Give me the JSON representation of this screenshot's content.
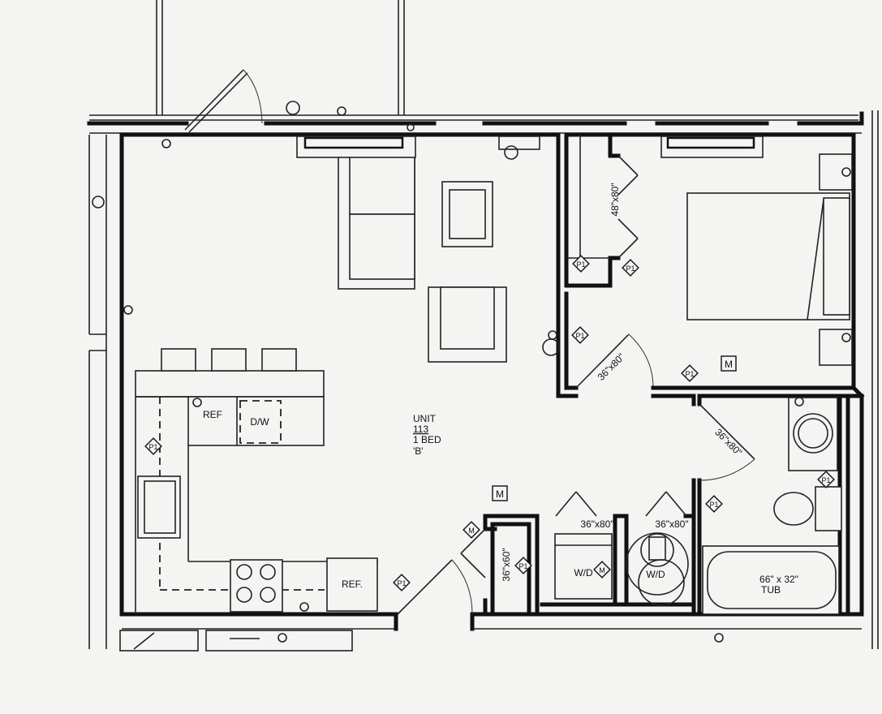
{
  "unit": {
    "label_line1": "UNIT",
    "label_number": "113",
    "label_type": "1 BED",
    "label_plan": "'B'"
  },
  "rooms": {
    "kitchen": {
      "ref_island": "REF",
      "dishwasher": "D/W",
      "ref_wall": "REF."
    },
    "closet": {
      "door_size": "48\"x80\""
    },
    "bedroom": {
      "door_size": "36\"x80\""
    },
    "bathroom": {
      "door_size": "36\"x80\"",
      "tub_size": "66\" x 32\"",
      "tub_label": "TUB"
    },
    "laundry": {
      "door_left": "36\"x80\"",
      "door_right": "36\"x80\"",
      "washer_dryer_1": "W/D",
      "washer_dryer_2": "W/D",
      "linen_door": "36\"x60\""
    }
  },
  "tags": {
    "p1": "P1",
    "m": "M"
  }
}
